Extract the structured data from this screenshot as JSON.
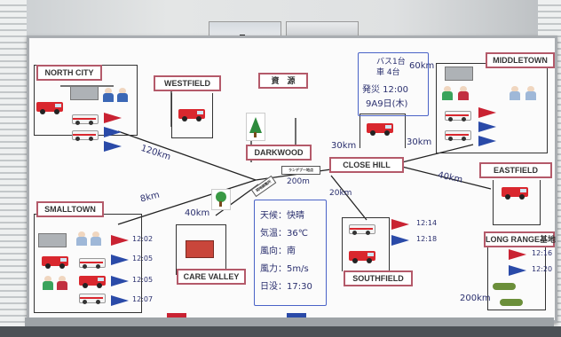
{
  "board": {
    "locations": {
      "north_city": "NORTH CITY",
      "westfield": "WESTFIELD",
      "resource": "資　源",
      "middletown": "MIDDLETOWN",
      "darkwood": "DARKWOOD",
      "close_hill": "CLOSE HILL",
      "eastfield": "EASTFIELD",
      "smalltown": "SMALLTOWN",
      "care_valley": "CARE VALLEY",
      "southfield": "SOUTHFIELD",
      "long_range_base": "LONG RANGE基地"
    },
    "distances": {
      "nc_to_center": "120km",
      "smalltown_to_center": "8km",
      "care_valley_to_center": "40km",
      "darkwood_to_close_hill": "30km",
      "close_hill_to_middletown": "30km",
      "middletown_top": "60km",
      "close_hill_to_eastfield": "40km",
      "center_to_close_hill": "200m",
      "close_hill_to_southfield": "20km",
      "long_range": "200km"
    },
    "info_box": {
      "line1": "バス1台",
      "line2": "車 4台",
      "line3": "発災 12:00",
      "line4": "9A9日(木)"
    },
    "weather": {
      "line1": "天候：快晴",
      "line2": "気温：36℃",
      "line3": "風向：南",
      "line4": "風力：5m/s",
      "line5": "日没：17:30"
    },
    "times_left": [
      "12:02",
      "12:05",
      "12:05",
      "12:07"
    ],
    "times_south": [
      "12:14",
      "12:18"
    ],
    "times_long": [
      "12:16",
      "12:20"
    ],
    "center_sign": "ランデブー地点",
    "center_sign2": "現地調整所"
  }
}
